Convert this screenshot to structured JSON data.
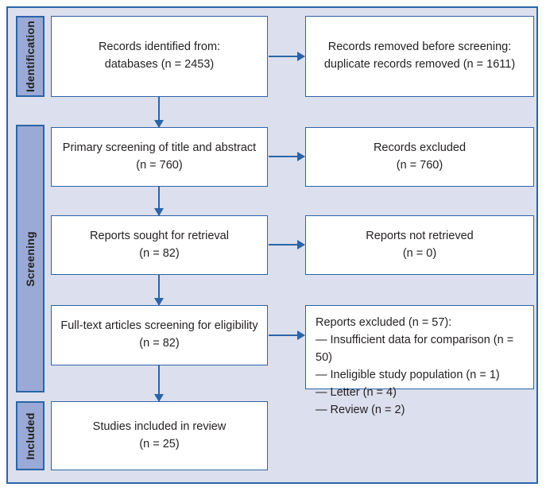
{
  "figure": {
    "type": "prisma-flow-diagram",
    "colors": {
      "panel_background": "#dcdfed",
      "panel_border": "#2a64a8",
      "stage_tab_fill": "#9aa9d6",
      "box_fill": "#ffffff",
      "box_border": "#2a64a8",
      "arrow": "#2a64a8",
      "text": "#231f20"
    }
  },
  "stages": [
    {
      "id": "identification",
      "label": "Identification"
    },
    {
      "id": "screening",
      "label": "Screening"
    },
    {
      "id": "included",
      "label": "Included"
    }
  ],
  "boxes": {
    "records_identified": {
      "text": "Records identified from:\ndatabases (n = 2453)",
      "n": 2453
    },
    "records_removed": {
      "text": "Records removed before screening:\nduplicate records removed (n = 1611)",
      "n": 1611
    },
    "primary_screening": {
      "text": "Primary screening of title and abstract\n(n = 760)",
      "n": 760
    },
    "records_excluded": {
      "text": "Records excluded\n(n = 760)",
      "n": 760
    },
    "reports_sought": {
      "text": "Reports sought for retrieval\n(n = 82)",
      "n": 82
    },
    "reports_not_retrieved": {
      "text": "Reports not retrieved\n(n = 0)",
      "n": 0
    },
    "fulltext_screening": {
      "text": "Full-text articles screening for eligibility\n(n = 82)",
      "n": 82
    },
    "reports_excluded": {
      "text": "Reports excluded (n = 57):\n— Insufficient data for comparison (n = 50)\n— Ineligible study population (n = 1)\n— Letter (n = 4)\n— Review (n = 2)",
      "n": 57,
      "reasons": [
        {
          "label": "Insufficient data for comparison",
          "n": 50
        },
        {
          "label": "Ineligible study population",
          "n": 1
        },
        {
          "label": "Letter",
          "n": 4
        },
        {
          "label": "Review",
          "n": 2
        }
      ]
    },
    "studies_included": {
      "text": "Studies included in review\n(n = 25)",
      "n": 25
    }
  },
  "chart_data": {
    "type": "diagram",
    "title": "PRISMA flow diagram",
    "nodes": [
      {
        "id": "records_identified",
        "stage": "Identification",
        "column": "left",
        "label": "Records identified from: databases",
        "n": 2453
      },
      {
        "id": "records_removed",
        "stage": "Identification",
        "column": "right",
        "label": "Records removed before screening: duplicate records removed",
        "n": 1611
      },
      {
        "id": "primary_screening",
        "stage": "Screening",
        "column": "left",
        "label": "Primary screening of title and abstract",
        "n": 760
      },
      {
        "id": "records_excluded",
        "stage": "Screening",
        "column": "right",
        "label": "Records excluded",
        "n": 760
      },
      {
        "id": "reports_sought",
        "stage": "Screening",
        "column": "left",
        "label": "Reports sought for retrieval",
        "n": 82
      },
      {
        "id": "reports_not_retrieved",
        "stage": "Screening",
        "column": "right",
        "label": "Reports not retrieved",
        "n": 0
      },
      {
        "id": "fulltext_screening",
        "stage": "Screening",
        "column": "left",
        "label": "Full-text articles screening for eligibility",
        "n": 82
      },
      {
        "id": "reports_excluded",
        "stage": "Screening",
        "column": "right",
        "label": "Reports excluded",
        "n": 57
      },
      {
        "id": "studies_included",
        "stage": "Included",
        "column": "left",
        "label": "Studies included in review",
        "n": 25
      }
    ],
    "edges": [
      {
        "from": "records_identified",
        "to": "records_removed",
        "direction": "right"
      },
      {
        "from": "records_identified",
        "to": "primary_screening",
        "direction": "down"
      },
      {
        "from": "primary_screening",
        "to": "records_excluded",
        "direction": "right"
      },
      {
        "from": "primary_screening",
        "to": "reports_sought",
        "direction": "down"
      },
      {
        "from": "reports_sought",
        "to": "reports_not_retrieved",
        "direction": "right"
      },
      {
        "from": "reports_sought",
        "to": "fulltext_screening",
        "direction": "down"
      },
      {
        "from": "fulltext_screening",
        "to": "reports_excluded",
        "direction": "right"
      },
      {
        "from": "fulltext_screening",
        "to": "studies_included",
        "direction": "down"
      }
    ]
  }
}
